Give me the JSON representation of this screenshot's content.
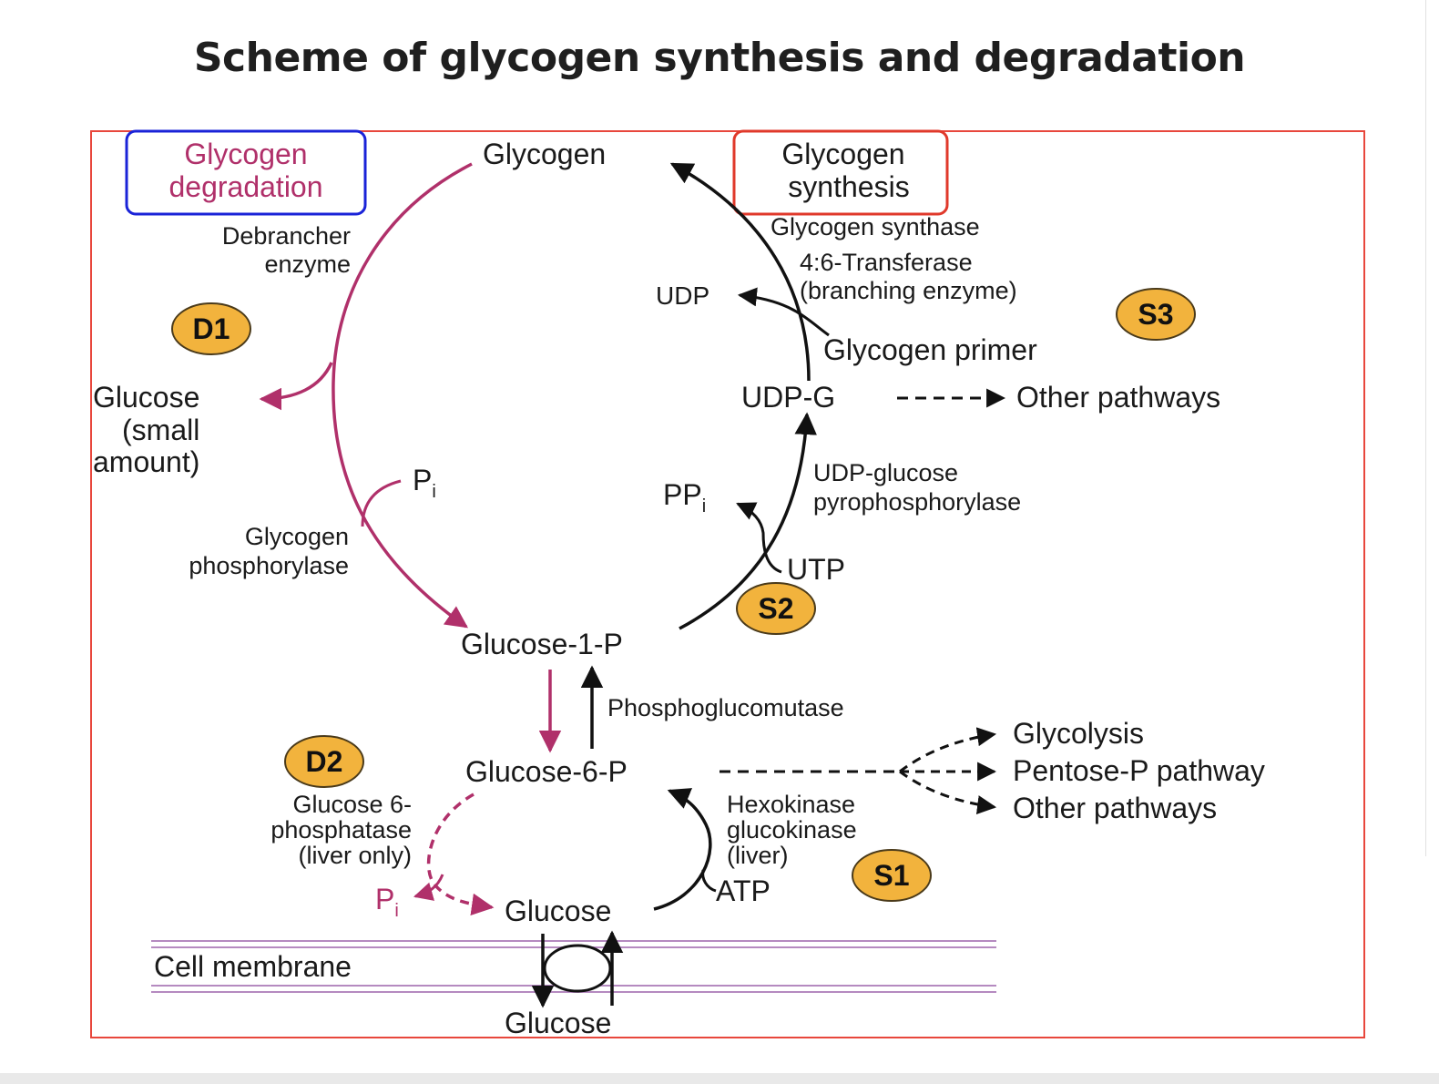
{
  "title": "Scheme of glycogen synthesis and degradation",
  "colors": {
    "degradation": "#b0306a",
    "synthesis": "#111111",
    "badge_fill": "#f2b33d",
    "frame_border": "#e8473c",
    "degradation_box": "#1a23d8",
    "synthesis_box": "#e0392b",
    "membrane": "#b58ac0"
  },
  "labels": {
    "degradation_heading_l1": "Glycogen",
    "degradation_heading_l2": "degradation",
    "synthesis_heading_l1": "Glycogen",
    "synthesis_heading_l2": "synthesis"
  },
  "metabolites": {
    "glycogen": "Glycogen",
    "glycogen_primer": "Glycogen primer",
    "udp": "UDP",
    "udp_g": "UDP-G",
    "pp": "PP",
    "pp_sub": "i",
    "utp": "UTP",
    "glucose_1_p": "Glucose-1-P",
    "glucose_6_p": "Glucose-6-P",
    "glucose": "Glucose",
    "glucose_outside": "Glucose",
    "atp": "ATP",
    "pi": "P",
    "pi_sub": "i",
    "glucose_small_l1": "Glucose",
    "glucose_small_l2": "(small",
    "glucose_small_l3": "amount)"
  },
  "enzymes": {
    "debrancher_l1": "Debrancher",
    "debrancher_l2": "enzyme",
    "glycogen_phosphorylase_l1": "Glycogen",
    "glycogen_phosphorylase_l2": "phosphorylase",
    "glycogen_synthase": "Glycogen synthase",
    "transferase_l1": "4:6-Transferase",
    "transferase_l2": "(branching enzyme)",
    "udp_glucose_ppase_l1": "UDP-glucose",
    "udp_glucose_ppase_l2": "pyrophosphorylase",
    "phosphoglucomutase": "Phosphoglucomutase",
    "g6pase_l1": "Glucose 6-",
    "g6pase_l2": "phosphatase",
    "g6pase_l3": "(liver only)",
    "hexokinase_l1": "Hexokinase",
    "hexokinase_l2": "glucokinase",
    "hexokinase_l3": "(liver)"
  },
  "other_pathways": {
    "udp_g_other": "Other pathways",
    "glycolysis": "Glycolysis",
    "pentose": "Pentose-P pathway",
    "other": "Other pathways"
  },
  "membrane_label": "Cell membrane",
  "badges": {
    "d1": "D1",
    "d2": "D2",
    "s1": "S1",
    "s2": "S2",
    "s3": "S3"
  }
}
